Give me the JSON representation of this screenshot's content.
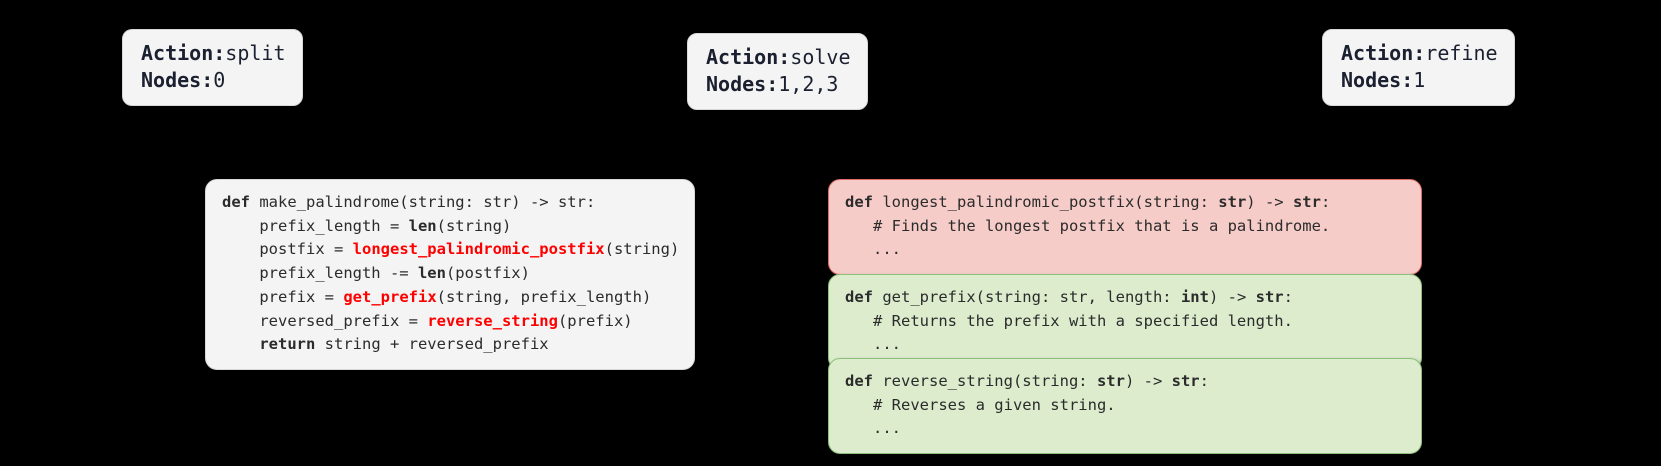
{
  "theme": {
    "background": "#000000",
    "chip_bg": "#f4f4f4",
    "chip_border": "#d8d8d8",
    "chip_text": "#1b2030",
    "code_bg": "#f4f4f4",
    "code_border": "#d9d9d9",
    "code_text": "#2b2b2b",
    "call_highlight": "#ff0000",
    "pink_bg": "#f6ccc9",
    "pink_border": "#e06c66",
    "green_bg": "#dceccd",
    "green_border": "#8cc07a"
  },
  "chips": [
    {
      "id": "split",
      "action_key": "Action:",
      "action_value": "split",
      "nodes_key": "Nodes:",
      "nodes_value": "0"
    },
    {
      "id": "solve",
      "action_key": "Action:",
      "action_value": "solve",
      "nodes_key": "Nodes:",
      "nodes_value": "1,2,3"
    },
    {
      "id": "refine",
      "action_key": "Action:",
      "action_value": "refine",
      "nodes_key": "Nodes:",
      "nodes_value": "1"
    }
  ],
  "main_code": {
    "title": "make_palindrome",
    "lines": [
      [
        {
          "t": "def ",
          "s": "kw"
        },
        {
          "t": "make_palindrome(string: str) -> str:",
          "s": "plain"
        }
      ],
      [
        {
          "t": "    prefix_length = ",
          "s": "plain"
        },
        {
          "t": "len",
          "s": "kw"
        },
        {
          "t": "(string)",
          "s": "plain"
        }
      ],
      [
        {
          "t": "    postfix = ",
          "s": "plain"
        },
        {
          "t": "longest_palindromic_postfix",
          "s": "call"
        },
        {
          "t": "(string)",
          "s": "plain"
        }
      ],
      [
        {
          "t": "    prefix_length -= ",
          "s": "plain"
        },
        {
          "t": "len",
          "s": "kw"
        },
        {
          "t": "(postfix)",
          "s": "plain"
        }
      ],
      [
        {
          "t": "    prefix = ",
          "s": "plain"
        },
        {
          "t": "get_prefix",
          "s": "call"
        },
        {
          "t": "(string, prefix_length)",
          "s": "plain"
        }
      ],
      [
        {
          "t": "    reversed_prefix = ",
          "s": "plain"
        },
        {
          "t": "reverse_string",
          "s": "call"
        },
        {
          "t": "(prefix)",
          "s": "plain"
        }
      ],
      [
        {
          "t": "    ",
          "s": "plain"
        },
        {
          "t": "return",
          "s": "kw"
        },
        {
          "t": " string + reversed_prefix",
          "s": "plain"
        }
      ]
    ]
  },
  "sub_functions": [
    {
      "id": "longest_palindromic_postfix",
      "style": "pink",
      "lines": [
        [
          {
            "t": "def ",
            "s": "kw"
          },
          {
            "t": "longest_palindromic_postfix(string: ",
            "s": "plain"
          },
          {
            "t": "str",
            "s": "ty"
          },
          {
            "t": ") -> ",
            "s": "plain"
          },
          {
            "t": "str",
            "s": "ty"
          },
          {
            "t": ":",
            "s": "plain"
          }
        ],
        [
          {
            "t": "   # Finds the longest postfix that is a palindrome.",
            "s": "plain"
          }
        ],
        [
          {
            "t": "   ...",
            "s": "plain"
          }
        ]
      ]
    },
    {
      "id": "get_prefix",
      "style": "green",
      "lines": [
        [
          {
            "t": "def ",
            "s": "kw"
          },
          {
            "t": "get_prefix(string: str, length: ",
            "s": "plain"
          },
          {
            "t": "int",
            "s": "ty"
          },
          {
            "t": ") -> ",
            "s": "plain"
          },
          {
            "t": "str",
            "s": "ty"
          },
          {
            "t": ":",
            "s": "plain"
          }
        ],
        [
          {
            "t": "   # Returns the prefix with a specified length.",
            "s": "plain"
          }
        ],
        [
          {
            "t": "   ...",
            "s": "plain"
          }
        ]
      ]
    },
    {
      "id": "reverse_string",
      "style": "green",
      "lines": [
        [
          {
            "t": "def ",
            "s": "kw"
          },
          {
            "t": "reverse_string(string: ",
            "s": "plain"
          },
          {
            "t": "str",
            "s": "ty"
          },
          {
            "t": ") -> ",
            "s": "plain"
          },
          {
            "t": "str",
            "s": "ty"
          },
          {
            "t": ":",
            "s": "plain"
          }
        ],
        [
          {
            "t": "   # Reverses a given string.",
            "s": "plain"
          }
        ],
        [
          {
            "t": "   ...",
            "s": "plain"
          }
        ]
      ]
    }
  ]
}
